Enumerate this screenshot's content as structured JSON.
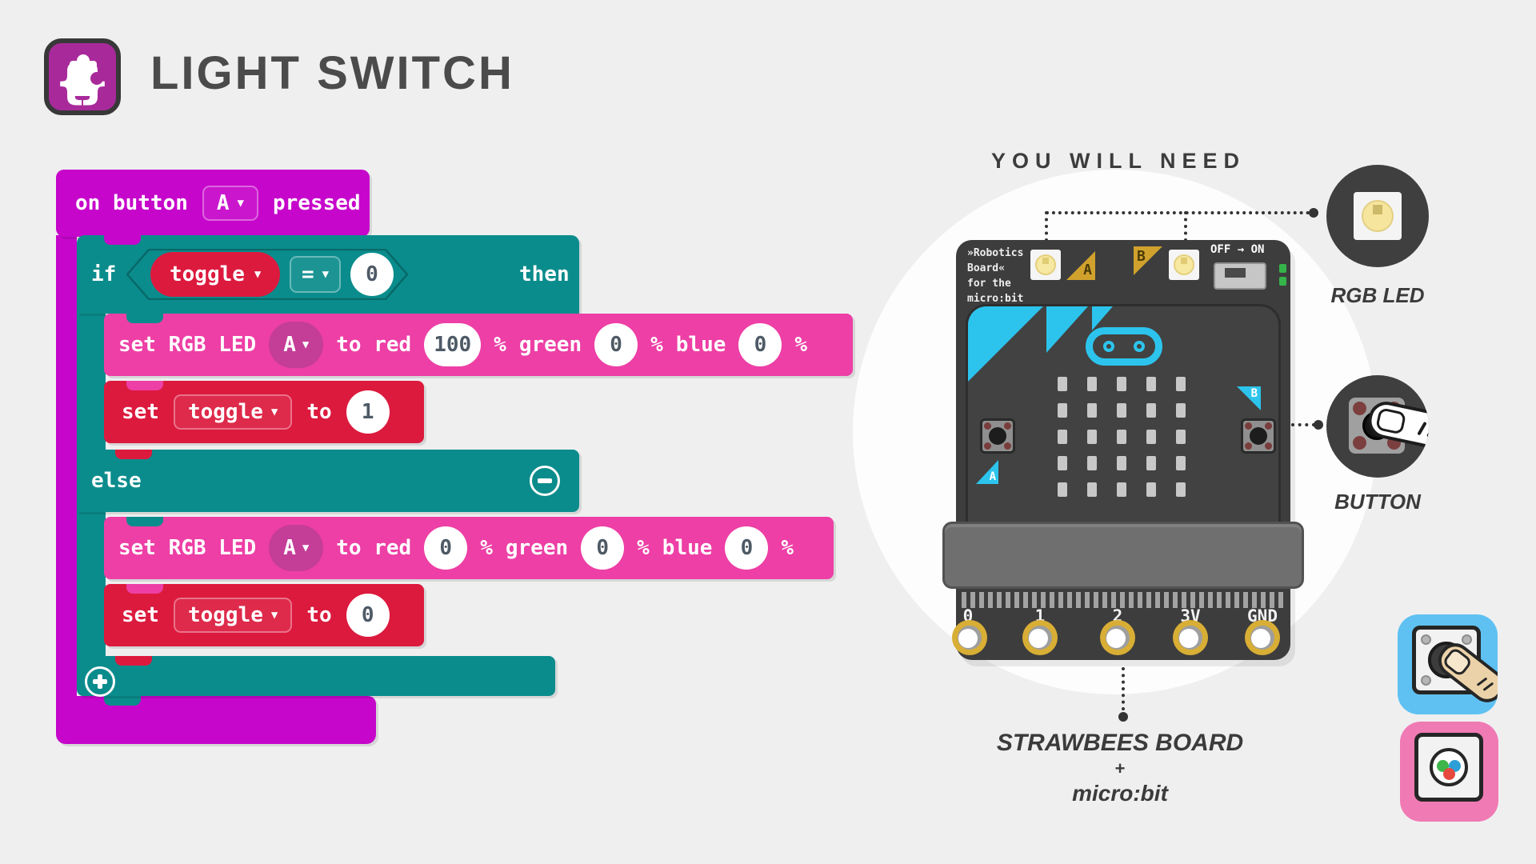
{
  "header": {
    "title": "LIGHT SWITCH"
  },
  "icons": {
    "dropdown_arrow": "▼",
    "minus_icon": "−",
    "plus_icon": "+"
  },
  "blocks": {
    "on_button": {
      "prefix": "on button",
      "selected": "A",
      "suffix": "pressed"
    },
    "if_block": {
      "keyword": "if",
      "then_label": "then",
      "condition": {
        "variable": "toggle",
        "operator": "=",
        "value": "0"
      }
    },
    "set_rgb_on": {
      "label": "set RGB LED",
      "port": "A",
      "to_red": "to red",
      "red": "100",
      "percent": "%",
      "green_label": "green",
      "green": "0",
      "blue_label": "blue",
      "blue": "0"
    },
    "set_toggle_on": {
      "set_label": "set",
      "variable": "toggle",
      "to_label": "to",
      "value": "1"
    },
    "else_label": "else",
    "set_rgb_off": {
      "label": "set RGB LED",
      "port": "A",
      "to_red": "to red",
      "red": "0",
      "percent": "%",
      "green_label": "green",
      "green": "0",
      "blue_label": "blue",
      "blue": "0"
    },
    "set_toggle_off": {
      "set_label": "set",
      "variable": "toggle",
      "to_label": "to",
      "value": "0"
    }
  },
  "you_will_need": {
    "heading": "YOU WILL NEED",
    "items": [
      {
        "label": "RGB LED"
      },
      {
        "label": "BUTTON"
      }
    ],
    "caption": {
      "line1": "STRAWBEES BOARD",
      "line2": "+",
      "line3": "micro:bit"
    }
  },
  "board": {
    "silkscreen_lines": [
      "»Robotics",
      "Board«",
      "for the",
      "micro:bit"
    ],
    "power_label": "OFF → ON",
    "marker_a": "A",
    "marker_b": "B",
    "button_a": "A",
    "button_b": "B",
    "pins": [
      "0",
      "1",
      "2",
      "3V",
      "GND"
    ]
  },
  "colors": {
    "background": "#EFEFF0",
    "magenta": "#C606CB",
    "teal": "#0B8C8C",
    "pink": "#ED3FA5",
    "red": "#DC1A3E",
    "cyan": "#2CC4ED",
    "gold": "#D8AE35",
    "board_gray": "#3D3D3D",
    "tile_blue": "#5EC1F2",
    "tile_pink": "#F07AB4"
  }
}
